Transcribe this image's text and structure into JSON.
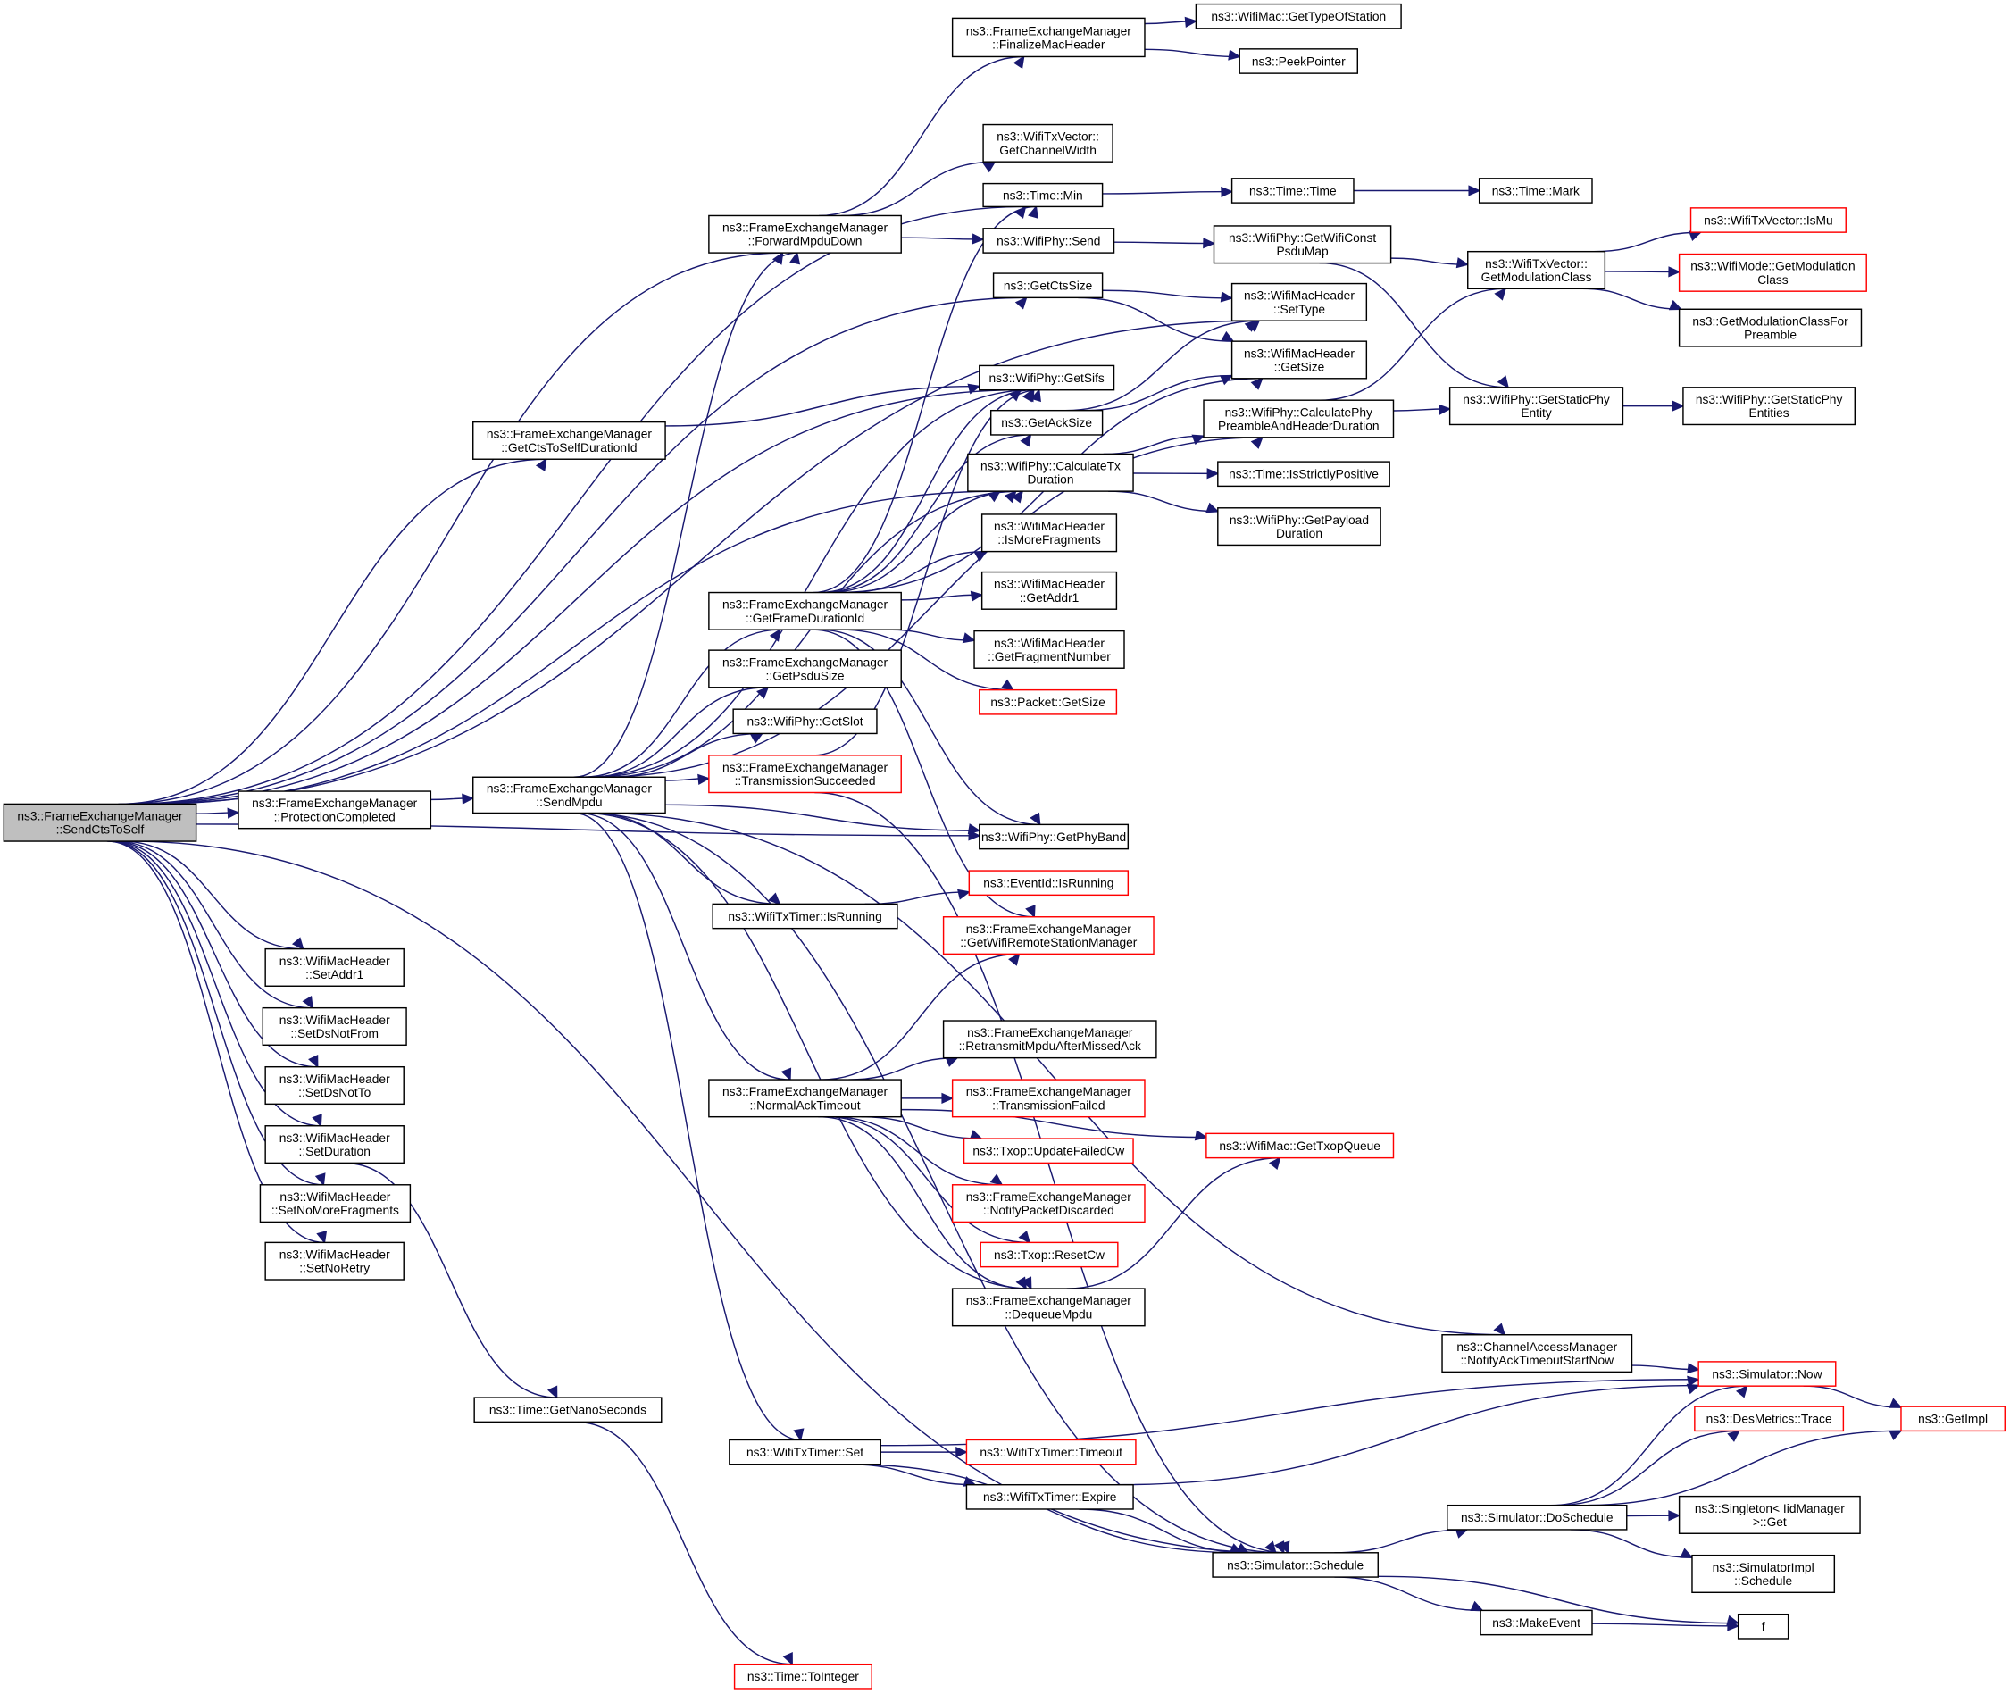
{
  "graph": {
    "edge_color": "#191970",
    "node_border_color": "#000000",
    "incomplete_node_border_color": "#ff0000",
    "root_fill_color": "#bfbfbf",
    "nodes": [
      {
        "id": "n1",
        "lines": [
          "ns3::FrameExchangeManager",
          "::SendCtsToSelf"
        ],
        "root": true
      },
      {
        "id": "n2",
        "lines": [
          "ns3::FrameExchangeManager",
          "::ProtectionCompleted"
        ]
      },
      {
        "id": "n3",
        "lines": [
          "ns3::FrameExchangeManager",
          "::SendMpdu"
        ]
      },
      {
        "id": "n4",
        "lines": [
          "ns3::FrameExchangeManager",
          "::FinalizeMacHeader"
        ]
      },
      {
        "id": "n5",
        "lines": [
          "ns3::WifiMac::GetTypeOfStation"
        ]
      },
      {
        "id": "n6",
        "lines": [
          "ns3::PeekPointer"
        ]
      },
      {
        "id": "n7",
        "lines": [
          "ns3::WifiTxVector::",
          "GetChannelWidth"
        ]
      },
      {
        "id": "n8",
        "lines": [
          "ns3::Time::Min"
        ]
      },
      {
        "id": "n9",
        "lines": [
          "ns3::Time::Time"
        ]
      },
      {
        "id": "n10",
        "lines": [
          "ns3::Time::Mark"
        ]
      },
      {
        "id": "n11",
        "lines": [
          "ns3::FrameExchangeManager",
          "::ForwardMpduDown"
        ]
      },
      {
        "id": "n12",
        "lines": [
          "ns3::WifiPhy::Send"
        ]
      },
      {
        "id": "n13",
        "lines": [
          "ns3::WifiPhy::GetWifiConst",
          "PsduMap"
        ]
      },
      {
        "id": "n14",
        "lines": [
          "ns3::WifiTxVector::IsMu"
        ],
        "red": true
      },
      {
        "id": "n15",
        "lines": [
          "ns3::WifiTxVector::",
          "GetModulationClass"
        ]
      },
      {
        "id": "n16",
        "lines": [
          "ns3::WifiMode::GetModulation",
          "Class"
        ],
        "red": true
      },
      {
        "id": "n17",
        "lines": [
          "ns3::GetModulationClassFor",
          "Preamble"
        ]
      },
      {
        "id": "n18",
        "lines": [
          "ns3::GetCtsSize"
        ]
      },
      {
        "id": "n19",
        "lines": [
          "ns3::WifiMacHeader",
          "::SetType"
        ]
      },
      {
        "id": "n20",
        "lines": [
          "ns3::WifiMacHeader",
          "::GetSize"
        ]
      },
      {
        "id": "n21",
        "lines": [
          "ns3::WifiPhy::GetSifs"
        ]
      },
      {
        "id": "n22",
        "lines": [
          "ns3::WifiPhy::CalculatePhy",
          "PreambleAndHeaderDuration"
        ]
      },
      {
        "id": "n23",
        "lines": [
          "ns3::WifiPhy::GetStaticPhy",
          "Entity"
        ]
      },
      {
        "id": "n24",
        "lines": [
          "ns3::WifiPhy::GetStaticPhy",
          "Entities"
        ]
      },
      {
        "id": "n25",
        "lines": [
          "ns3::FrameExchangeManager",
          "::GetCtsToSelfDurationId"
        ]
      },
      {
        "id": "n26",
        "lines": [
          "ns3::GetAckSize"
        ]
      },
      {
        "id": "n27",
        "lines": [
          "ns3::WifiPhy::CalculateTx",
          "Duration"
        ]
      },
      {
        "id": "n28",
        "lines": [
          "ns3::Time::IsStrictlyPositive"
        ]
      },
      {
        "id": "n29",
        "lines": [
          "ns3::WifiPhy::GetPayload",
          "Duration"
        ]
      },
      {
        "id": "n30",
        "lines": [
          "ns3::WifiMacHeader",
          "::IsMoreFragments"
        ]
      },
      {
        "id": "n31",
        "lines": [
          "ns3::FrameExchangeManager",
          "::GetFrameDurationId"
        ]
      },
      {
        "id": "n32",
        "lines": [
          "ns3::WifiMacHeader",
          "::GetAddr1"
        ]
      },
      {
        "id": "n33",
        "lines": [
          "ns3::WifiMacHeader",
          "::GetFragmentNumber"
        ]
      },
      {
        "id": "n34",
        "lines": [
          "ns3::Packet::GetSize"
        ],
        "red": true
      },
      {
        "id": "n35",
        "lines": [
          "ns3::FrameExchangeManager",
          "::GetPsduSize"
        ]
      },
      {
        "id": "n36",
        "lines": [
          "ns3::WifiPhy::GetSlot"
        ]
      },
      {
        "id": "n37",
        "lines": [
          "ns3::FrameExchangeManager",
          "::TransmissionSucceeded"
        ],
        "red": true
      },
      {
        "id": "n38",
        "lines": [
          "ns3::WifiPhy::GetPhyBand"
        ]
      },
      {
        "id": "n39",
        "lines": [
          "ns3::EventId::IsRunning"
        ],
        "red": true
      },
      {
        "id": "n40",
        "lines": [
          "ns3::WifiTxTimer::IsRunning"
        ]
      },
      {
        "id": "n41",
        "lines": [
          "ns3::FrameExchangeManager",
          "::GetWifiRemoteStationManager"
        ],
        "red": true
      },
      {
        "id": "n42",
        "lines": [
          "ns3::WifiMacHeader",
          "::SetAddr1"
        ]
      },
      {
        "id": "n43",
        "lines": [
          "ns3::WifiMacHeader",
          "::SetDsNotFrom"
        ]
      },
      {
        "id": "n44",
        "lines": [
          "ns3::FrameExchangeManager",
          "::RetransmitMpduAfterMissedAck"
        ]
      },
      {
        "id": "n45",
        "lines": [
          "ns3::WifiMacHeader",
          "::SetDsNotTo"
        ]
      },
      {
        "id": "n46",
        "lines": [
          "ns3::FrameExchangeManager",
          "::NormalAckTimeout"
        ]
      },
      {
        "id": "n47",
        "lines": [
          "ns3::FrameExchangeManager",
          "::TransmissionFailed"
        ],
        "red": true
      },
      {
        "id": "n48",
        "lines": [
          "ns3::WifiMacHeader",
          "::SetDuration"
        ]
      },
      {
        "id": "n49",
        "lines": [
          "ns3::WifiMac::GetTxopQueue"
        ],
        "red": true
      },
      {
        "id": "n50",
        "lines": [
          "ns3::Txop::UpdateFailedCw"
        ],
        "red": true
      },
      {
        "id": "n51",
        "lines": [
          "ns3::WifiMacHeader",
          "::SetNoMoreFragments"
        ]
      },
      {
        "id": "n52",
        "lines": [
          "ns3::FrameExchangeManager",
          "::NotifyPacketDiscarded"
        ],
        "red": true
      },
      {
        "id": "n53",
        "lines": [
          "ns3::Txop::ResetCw"
        ],
        "red": true
      },
      {
        "id": "n54",
        "lines": [
          "ns3::WifiMacHeader",
          "::SetNoRetry"
        ]
      },
      {
        "id": "n55",
        "lines": [
          "ns3::FrameExchangeManager",
          "::DequeueMpdu"
        ]
      },
      {
        "id": "n56",
        "lines": [
          "ns3::ChannelAccessManager",
          "::NotifyAckTimeoutStartNow"
        ]
      },
      {
        "id": "n57",
        "lines": [
          "ns3::Simulator::Now"
        ],
        "red": true
      },
      {
        "id": "n58",
        "lines": [
          "ns3::GetImpl"
        ],
        "red": true
      },
      {
        "id": "n59",
        "lines": [
          "ns3::Time::GetNanoSeconds"
        ]
      },
      {
        "id": "n60",
        "lines": [
          "ns3::DesMetrics::Trace"
        ],
        "red": true
      },
      {
        "id": "n61",
        "lines": [
          "ns3::WifiTxTimer::Set"
        ]
      },
      {
        "id": "n62",
        "lines": [
          "ns3::WifiTxTimer::Timeout"
        ],
        "red": true
      },
      {
        "id": "n63",
        "lines": [
          "ns3::WifiTxTimer::Expire"
        ]
      },
      {
        "id": "n64",
        "lines": [
          "ns3::Simulator::DoSchedule"
        ]
      },
      {
        "id": "n65",
        "lines": [
          "ns3::Singleton< IidManager",
          ">::Get"
        ]
      },
      {
        "id": "n66",
        "lines": [
          "ns3::Simulator::Schedule"
        ]
      },
      {
        "id": "n67",
        "lines": [
          "ns3::SimulatorImpl",
          "::Schedule"
        ]
      },
      {
        "id": "n68",
        "lines": [
          "ns3::MakeEvent"
        ]
      },
      {
        "id": "n69",
        "lines": [
          "f"
        ]
      },
      {
        "id": "n70",
        "lines": [
          "ns3::Time::ToInteger"
        ],
        "red": true
      }
    ],
    "edges": [
      [
        "n1",
        "n2"
      ],
      [
        "n1",
        "n19"
      ],
      [
        "n1",
        "n8"
      ],
      [
        "n1",
        "n11"
      ],
      [
        "n1",
        "n18"
      ],
      [
        "n1",
        "n21"
      ],
      [
        "n1",
        "n25"
      ],
      [
        "n1",
        "n27"
      ],
      [
        "n1",
        "n38"
      ],
      [
        "n1",
        "n42"
      ],
      [
        "n1",
        "n43"
      ],
      [
        "n1",
        "n45"
      ],
      [
        "n1",
        "n48"
      ],
      [
        "n1",
        "n51"
      ],
      [
        "n1",
        "n54"
      ],
      [
        "n1",
        "n66"
      ],
      [
        "n2",
        "n3"
      ],
      [
        "n3",
        "n11"
      ],
      [
        "n3",
        "n22"
      ],
      [
        "n3",
        "n21"
      ],
      [
        "n3",
        "n27"
      ],
      [
        "n3",
        "n31"
      ],
      [
        "n3",
        "n35"
      ],
      [
        "n3",
        "n36"
      ],
      [
        "n3",
        "n37"
      ],
      [
        "n3",
        "n38"
      ],
      [
        "n3",
        "n40"
      ],
      [
        "n3",
        "n46"
      ],
      [
        "n3",
        "n55"
      ],
      [
        "n3",
        "n56"
      ],
      [
        "n3",
        "n61"
      ],
      [
        "n3",
        "n66"
      ],
      [
        "n4",
        "n5"
      ],
      [
        "n4",
        "n6"
      ],
      [
        "n11",
        "n4"
      ],
      [
        "n11",
        "n7"
      ],
      [
        "n11",
        "n12"
      ],
      [
        "n8",
        "n9"
      ],
      [
        "n9",
        "n10"
      ],
      [
        "n12",
        "n13"
      ],
      [
        "n13",
        "n15"
      ],
      [
        "n13",
        "n23"
      ],
      [
        "n15",
        "n14"
      ],
      [
        "n15",
        "n16"
      ],
      [
        "n15",
        "n17"
      ],
      [
        "n18",
        "n19"
      ],
      [
        "n18",
        "n20"
      ],
      [
        "n26",
        "n19"
      ],
      [
        "n26",
        "n20"
      ],
      [
        "n25",
        "n21"
      ],
      [
        "n22",
        "n23"
      ],
      [
        "n22",
        "n15"
      ],
      [
        "n23",
        "n24"
      ],
      [
        "n27",
        "n22"
      ],
      [
        "n27",
        "n28"
      ],
      [
        "n27",
        "n29"
      ],
      [
        "n31",
        "n8"
      ],
      [
        "n31",
        "n21"
      ],
      [
        "n31",
        "n26"
      ],
      [
        "n31",
        "n27"
      ],
      [
        "n31",
        "n30"
      ],
      [
        "n31",
        "n32"
      ],
      [
        "n31",
        "n33"
      ],
      [
        "n31",
        "n34"
      ],
      [
        "n31",
        "n38"
      ],
      [
        "n31",
        "n41"
      ],
      [
        "n31",
        "n20"
      ],
      [
        "n37",
        "n21"
      ],
      [
        "n37",
        "n66"
      ],
      [
        "n40",
        "n39"
      ],
      [
        "n46",
        "n41"
      ],
      [
        "n46",
        "n49"
      ],
      [
        "n46",
        "n44"
      ],
      [
        "n46",
        "n47"
      ],
      [
        "n46",
        "n50"
      ],
      [
        "n46",
        "n52"
      ],
      [
        "n46",
        "n53"
      ],
      [
        "n46",
        "n55"
      ],
      [
        "n55",
        "n49"
      ],
      [
        "n56",
        "n57"
      ],
      [
        "n57",
        "n58"
      ],
      [
        "n48",
        "n59"
      ],
      [
        "n59",
        "n70"
      ],
      [
        "n61",
        "n62"
      ],
      [
        "n61",
        "n63"
      ],
      [
        "n61",
        "n57"
      ],
      [
        "n61",
        "n66"
      ],
      [
        "n63",
        "n57"
      ],
      [
        "n63",
        "n66"
      ],
      [
        "n66",
        "n64"
      ],
      [
        "n66",
        "n68"
      ],
      [
        "n66",
        "n69"
      ],
      [
        "n64",
        "n57"
      ],
      [
        "n64",
        "n60"
      ],
      [
        "n64",
        "n58"
      ],
      [
        "n64",
        "n65"
      ],
      [
        "n64",
        "n67"
      ],
      [
        "n68",
        "n69"
      ]
    ]
  }
}
